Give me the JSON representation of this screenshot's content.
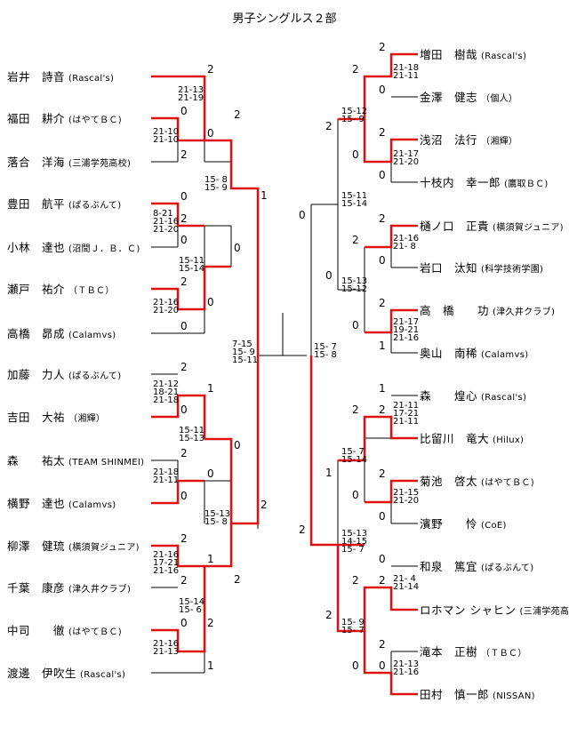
{
  "title": "男子シングルス２部",
  "left_players": [
    {
      "name": "岩井　詩音",
      "club": "(Rascal's)"
    },
    {
      "name": "福田　耕介",
      "club": "(はやてＢＣ)"
    },
    {
      "name": "落合　洋海",
      "club": "(三浦学苑高校)"
    },
    {
      "name": "豊田　航平",
      "club": "(ぱるぶんて)"
    },
    {
      "name": "小林　達也",
      "club": "(沼間Ｊ．Ｂ．Ｃ)"
    },
    {
      "name": "瀬戸　祐介",
      "club": "（ＴＢＣ）"
    },
    {
      "name": "高橋　昴成",
      "club": "(Calamvs)"
    },
    {
      "name": "加藤　力人",
      "club": "(ぱるぶんて)"
    },
    {
      "name": "吉田　大祐",
      "club": "（湘輝）"
    },
    {
      "name": "森　　祐太",
      "club": "(TEAM SHINMEI)"
    },
    {
      "name": "横野　達也",
      "club": "(Calamvs)"
    },
    {
      "name": "柳澤　健琉",
      "club": "(横須賀ジュニア)"
    },
    {
      "name": "千葉　康彦",
      "club": "(津久井クラブ)"
    },
    {
      "name": "中司　　徹",
      "club": "(はやてＢＣ)"
    },
    {
      "name": "渡邊　伊吹生",
      "club": "(Rascal's)"
    }
  ],
  "right_players": [
    {
      "name": "増田　樹哉",
      "club": "(Rascal's)"
    },
    {
      "name": "金澤　健志",
      "club": "（個人）"
    },
    {
      "name": "浅沼　法行",
      "club": "（湘輝）"
    },
    {
      "name": "十枝内　幸一郎",
      "club": "(鷹取ＢＣ)"
    },
    {
      "name": "樋ノ口　正貴",
      "club": "(横須賀ジュニア)"
    },
    {
      "name": "岩口　汰知",
      "club": "(科学技術学園)"
    },
    {
      "name": "高　橋　　功",
      "club": "(津久井クラブ)"
    },
    {
      "name": "奥山　南稀",
      "club": "(Calamvs)"
    },
    {
      "name": "森　　煌心",
      "club": "(Rascal's)"
    },
    {
      "name": "比留川　竜大",
      "club": "(Hilux)"
    },
    {
      "name": "菊池　啓太",
      "club": "(はやてＢＣ)"
    },
    {
      "name": "濱野　　怜",
      "club": "(CoE)"
    },
    {
      "name": "和泉　篤宜",
      "club": "(ぱるぶんて)"
    },
    {
      "name": "ロホマン シャヒン",
      "club": "(三浦学苑高校)"
    },
    {
      "name": "滝本　正樹",
      "club": "（ＴＢＣ）"
    },
    {
      "name": "田村　慎一郎",
      "club": "(NISSAN)"
    }
  ],
  "win_counts": {
    "l_r1": [
      {
        "v": "2"
      },
      {
        "v": "0"
      },
      {
        "v": "2"
      },
      {
        "v": "0"
      },
      {
        "v": "2"
      },
      {
        "v": "2"
      },
      {
        "v": "0"
      },
      {
        "v": "2"
      },
      {
        "v": "0"
      },
      {
        "v": "2"
      },
      {
        "v": "0"
      },
      {
        "v": "2"
      },
      {
        "v": "2"
      },
      {
        "v": "0"
      }
    ],
    "l_r1b": [
      {
        "v": "0"
      },
      {
        "v": "0"
      },
      {
        "v": "1"
      },
      {
        "v": "0"
      },
      {
        "v": "1"
      },
      {
        "v": "2"
      },
      {
        "v": "1"
      },
      {
        "v": "0"
      }
    ],
    "l_r2": [
      {
        "v": "2"
      },
      {
        "v": "0"
      },
      {
        "v": "0"
      },
      {
        "v": "2"
      }
    ],
    "l_r3": [
      {
        "v": "1"
      },
      {
        "v": "2"
      }
    ],
    "r_r1": [
      {
        "v": "2"
      },
      {
        "v": "0"
      },
      {
        "v": "2"
      },
      {
        "v": "0"
      },
      {
        "v": "2"
      },
      {
        "v": "0"
      },
      {
        "v": "2"
      },
      {
        "v": "1"
      },
      {
        "v": "1"
      },
      {
        "v": "2"
      },
      {
        "v": "2"
      },
      {
        "v": "0"
      },
      {
        "v": "0"
      },
      {
        "v": "2"
      },
      {
        "v": "2"
      },
      {
        "v": "0"
      }
    ],
    "r_r2": [
      {
        "v": "2"
      },
      {
        "v": "0"
      },
      {
        "v": "2"
      },
      {
        "v": "0"
      },
      {
        "v": "2"
      },
      {
        "v": "0"
      },
      {
        "v": "2"
      },
      {
        "v": "0"
      }
    ],
    "r_r3": [
      {
        "v": "2"
      },
      {
        "v": "0"
      },
      {
        "v": "1"
      },
      {
        "v": "2"
      }
    ],
    "r_r4": [
      {
        "v": "0"
      },
      {
        "v": "2"
      }
    ]
  },
  "scores": {
    "l1": "21-13\n21-19",
    "l2": "21-10\n21-10",
    "l3": "15- 8\n15- 9",
    "l4": "8-21\n21-16\n21-20",
    "l5": "15-11\n15-14",
    "l6": "21-16\n21-20",
    "l7": "7-15\n15- 9\n15-11",
    "l8": "21-12\n18-21\n21-18",
    "l9": "15-11\n15-13",
    "l10": "21-18\n21-11",
    "l11": "15-13\n15- 8",
    "l12": "21-16\n17-21\n21-16",
    "l13": "15-14\n15- 6",
    "l14": "21-16\n21-13",
    "r1": "21-18\n21-11",
    "r2": "15-12\n15- 9",
    "r3": "21-17\n21-20",
    "r4": "15-11\n15-14",
    "r5": "21-16\n21- 8",
    "r6": "15-13\n15-12",
    "r7": "21-17\n19-21\n21-16",
    "r8": "15- 7\n15- 8",
    "r9": "21-11\n17-21\n21-11",
    "r10": "15- 7\n15-14",
    "r11": "21-15\n21-20",
    "r12": "15-13\n14-15\n15- 7",
    "r13": "21- 4\n21-14",
    "r14": "15- 9\n15- 7",
    "r15": "21-13\n21-16"
  },
  "colors": {
    "winner_line": "#e01010",
    "line": "#000000"
  }
}
